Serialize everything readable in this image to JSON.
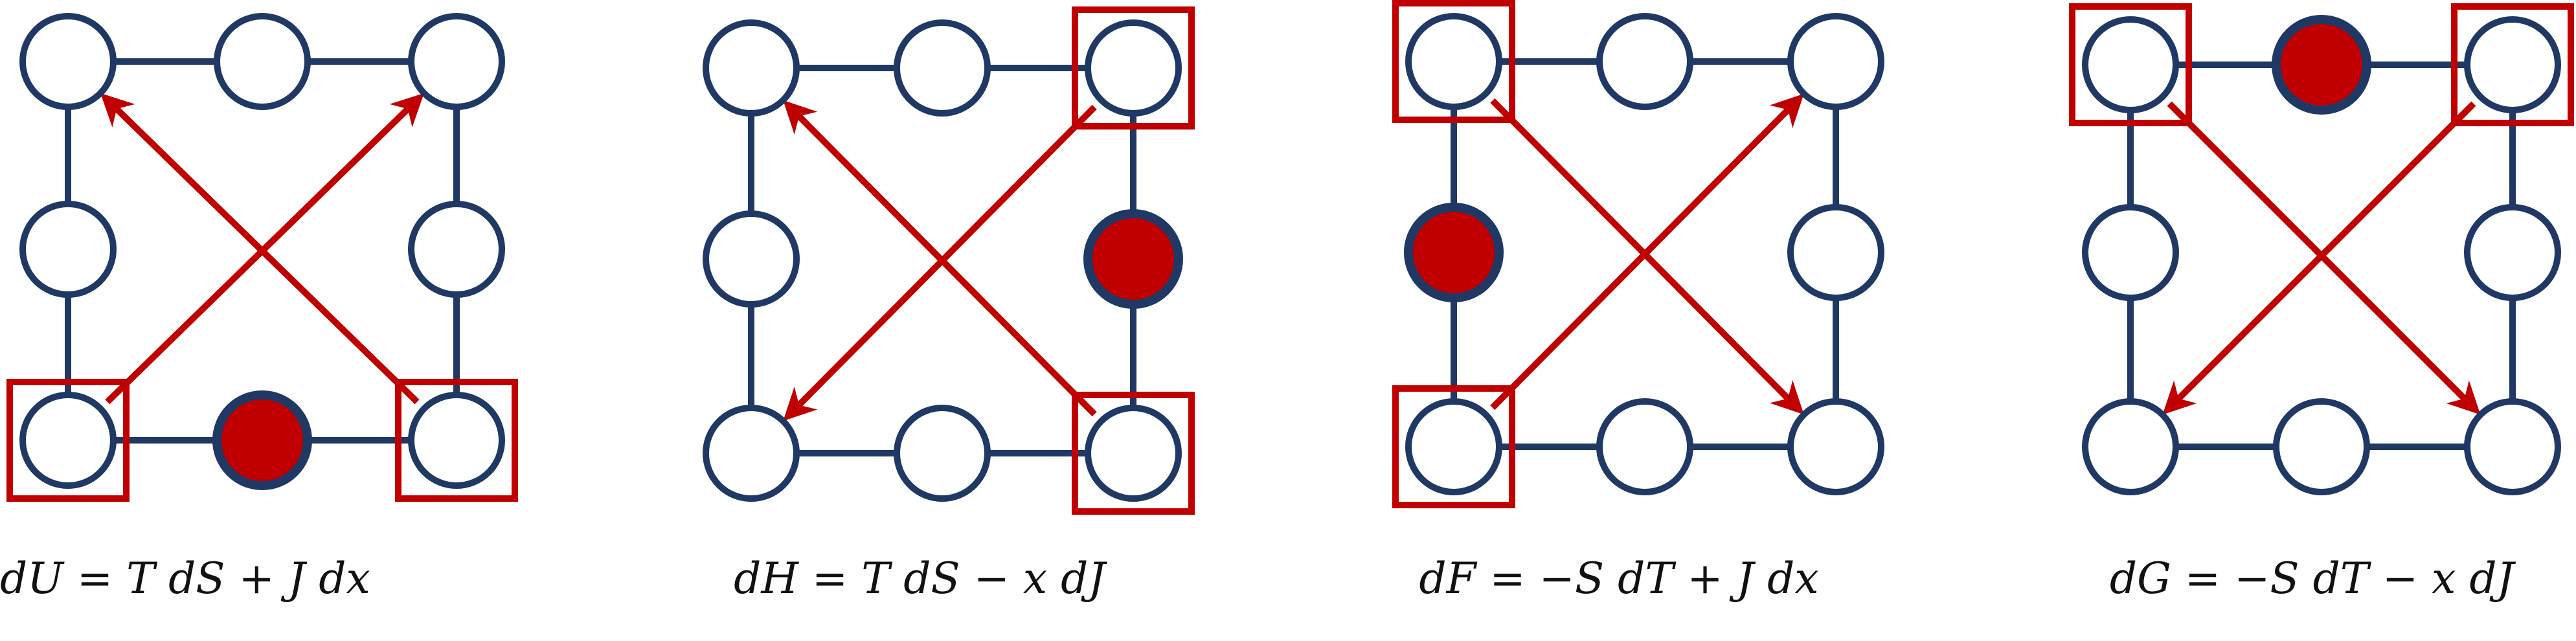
{
  "colors": {
    "node_stroke": "#1f3864",
    "node_fill": "#ffffff",
    "marked_fill": "#c00000",
    "arrow": "#c00000",
    "box": "#c00000",
    "edge": "#1f3864"
  },
  "diagrams": [
    {
      "id": "U",
      "equation": "dU = T dS + J dx",
      "marked_node": "bottom-middle",
      "boxed_nodes": [
        "bottom-left",
        "bottom-right"
      ],
      "arrows": [
        {
          "from": "bottom-left",
          "to": "top-right"
        },
        {
          "from": "bottom-right",
          "to": "top-left"
        }
      ]
    },
    {
      "id": "H",
      "equation": "dH = T dS  − x dJ",
      "marked_node": "middle-right",
      "boxed_nodes": [
        "top-right",
        "bottom-right"
      ],
      "arrows": [
        {
          "from": "top-right",
          "to": "bottom-left"
        },
        {
          "from": "bottom-right",
          "to": "top-left"
        }
      ]
    },
    {
      "id": "F",
      "equation": "dF = −S dT + J dx",
      "marked_node": "middle-left",
      "boxed_nodes": [
        "top-left",
        "bottom-left"
      ],
      "arrows": [
        {
          "from": "top-left",
          "to": "bottom-right"
        },
        {
          "from": "bottom-left",
          "to": "top-right"
        }
      ]
    },
    {
      "id": "G",
      "equation": "dG = −S dT  − x dJ",
      "marked_node": "top-middle",
      "boxed_nodes": [
        "top-left",
        "top-right"
      ],
      "arrows": [
        {
          "from": "top-left",
          "to": "bottom-right"
        },
        {
          "from": "top-right",
          "to": "bottom-left"
        }
      ]
    }
  ]
}
